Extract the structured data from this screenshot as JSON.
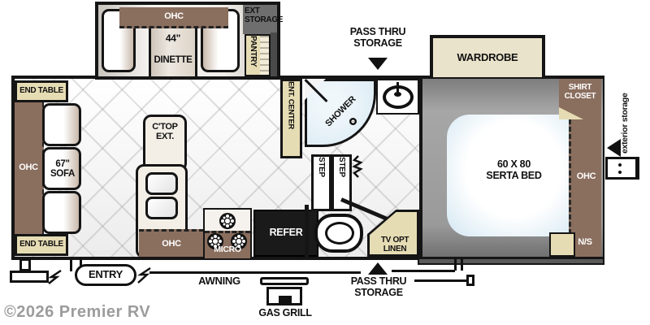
{
  "plan": {
    "title": "travel trailer floor plan",
    "watermark": "©2026 Premier RV",
    "colors": {
      "cabinet_brown": "#8A6E5E",
      "fixture_beige": "#E6DCB4",
      "bedroom_gray": "#989898",
      "shower_blue": "#D8E9F3",
      "bed_blue": "#D9EAF4",
      "wall_black": "#151515",
      "refer_black": "#1A1A1A",
      "storage_gray": "#6E6E6E",
      "watermark_gray": "#9C9C9C"
    },
    "labels": {
      "dinette_ohc": "OHC",
      "dinette_size": "44\"",
      "dinette": "DINETTE",
      "ext_storage_line1": "EXT",
      "ext_storage_line2": "STORAGE",
      "pantry": "PANTRY",
      "pass_thru_line1": "PASS THRU",
      "pass_thru_line2": "STORAGE",
      "wardrobe": "WARDROBE",
      "shirt_closet_line1": "SHIRT",
      "shirt_closet_line2": "CLOSET",
      "exterior_storage": "exterior storage",
      "end_table": "END TABLE",
      "sofa_ohc": "OHC",
      "sofa_size": "67\"",
      "sofa": "SOFA",
      "ctop_line1": "C'TOP",
      "ctop_line2": "EXT.",
      "kitchen_ohc": "OHC",
      "micro": "MICRO",
      "refer": "REFER",
      "ent_center": "ENT. CENTER",
      "shower": "SHOWER",
      "step": "STEP",
      "tv_opt_line1": "TV OPT",
      "tv_opt_line2": "LINEN",
      "bed_line1": "60 X 80",
      "bed_line2": "SERTA BED",
      "bed_ohc": "OHC",
      "ns": "N/S",
      "entry": "ENTRY",
      "awning": "AWNING",
      "gas_grill": "GAS GRILL"
    }
  }
}
